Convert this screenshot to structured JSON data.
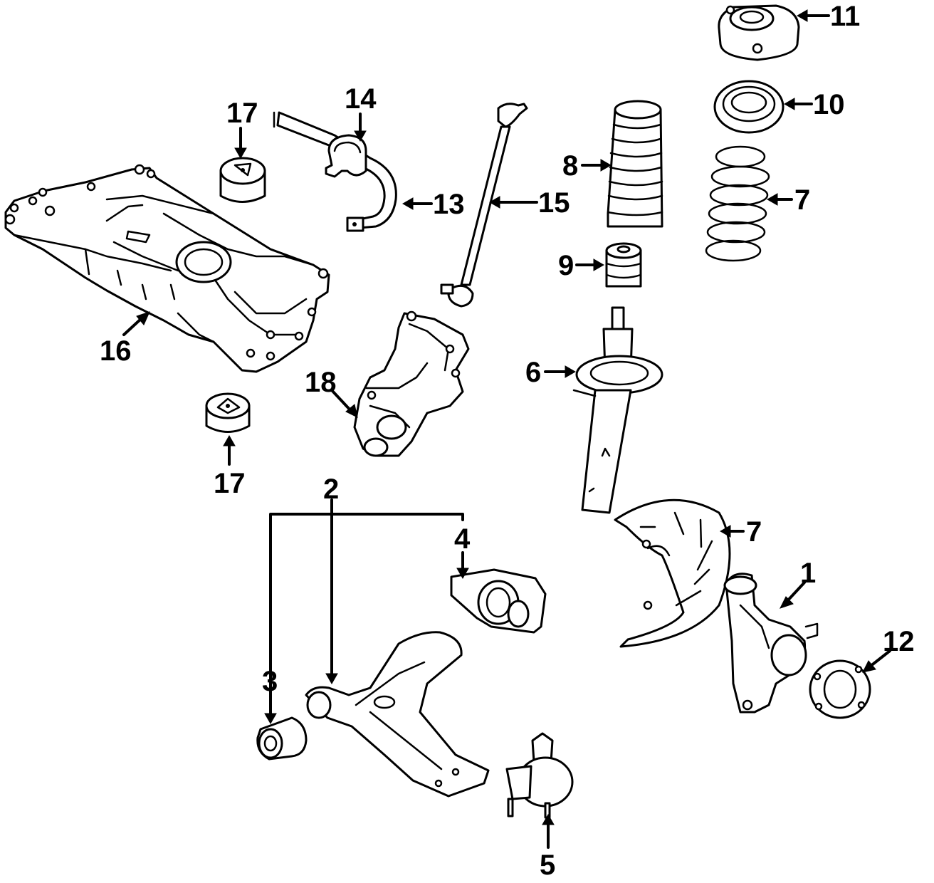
{
  "diagram": {
    "callouts": {
      "c1": "1",
      "c2": "2",
      "c3": "3",
      "c4": "4",
      "c5": "5",
      "c6": "6",
      "c7a": "7",
      "c7b": "7",
      "c8": "8",
      "c9": "9",
      "c10": "10",
      "c11": "11",
      "c12": "12",
      "c13": "13",
      "c14": "14",
      "c15": "15",
      "c16": "16",
      "c17a": "17",
      "c17b": "17",
      "c18": "18"
    }
  }
}
